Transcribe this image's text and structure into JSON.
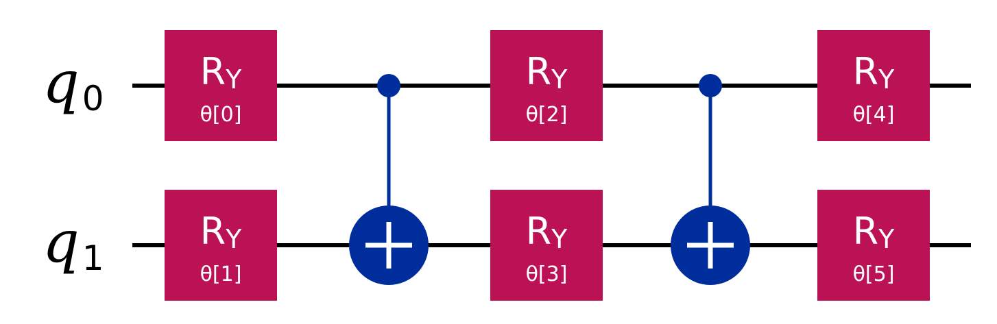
{
  "colors": {
    "wire": "#000000",
    "gate_fill": "#bb1155",
    "control": "#002d9c",
    "gate_text": "#ffffff"
  },
  "qubits": [
    {
      "name": "q",
      "index": "0"
    },
    {
      "name": "q",
      "index": "1"
    }
  ],
  "gates": [
    {
      "type": "RY",
      "name": "R",
      "sub": "Y",
      "param": "θ[0]",
      "qubit": 0,
      "column": 0
    },
    {
      "type": "RY",
      "name": "R",
      "sub": "Y",
      "param": "θ[1]",
      "qubit": 1,
      "column": 0
    },
    {
      "type": "CX",
      "control": 0,
      "target": 1,
      "column": 1
    },
    {
      "type": "RY",
      "name": "R",
      "sub": "Y",
      "param": "θ[2]",
      "qubit": 0,
      "column": 2
    },
    {
      "type": "RY",
      "name": "R",
      "sub": "Y",
      "param": "θ[3]",
      "qubit": 1,
      "column": 2
    },
    {
      "type": "CX",
      "control": 0,
      "target": 1,
      "column": 3
    },
    {
      "type": "RY",
      "name": "R",
      "sub": "Y",
      "param": "θ[4]",
      "qubit": 0,
      "column": 4
    },
    {
      "type": "RY",
      "name": "R",
      "sub": "Y",
      "param": "θ[5]",
      "qubit": 1,
      "column": 4
    }
  ]
}
